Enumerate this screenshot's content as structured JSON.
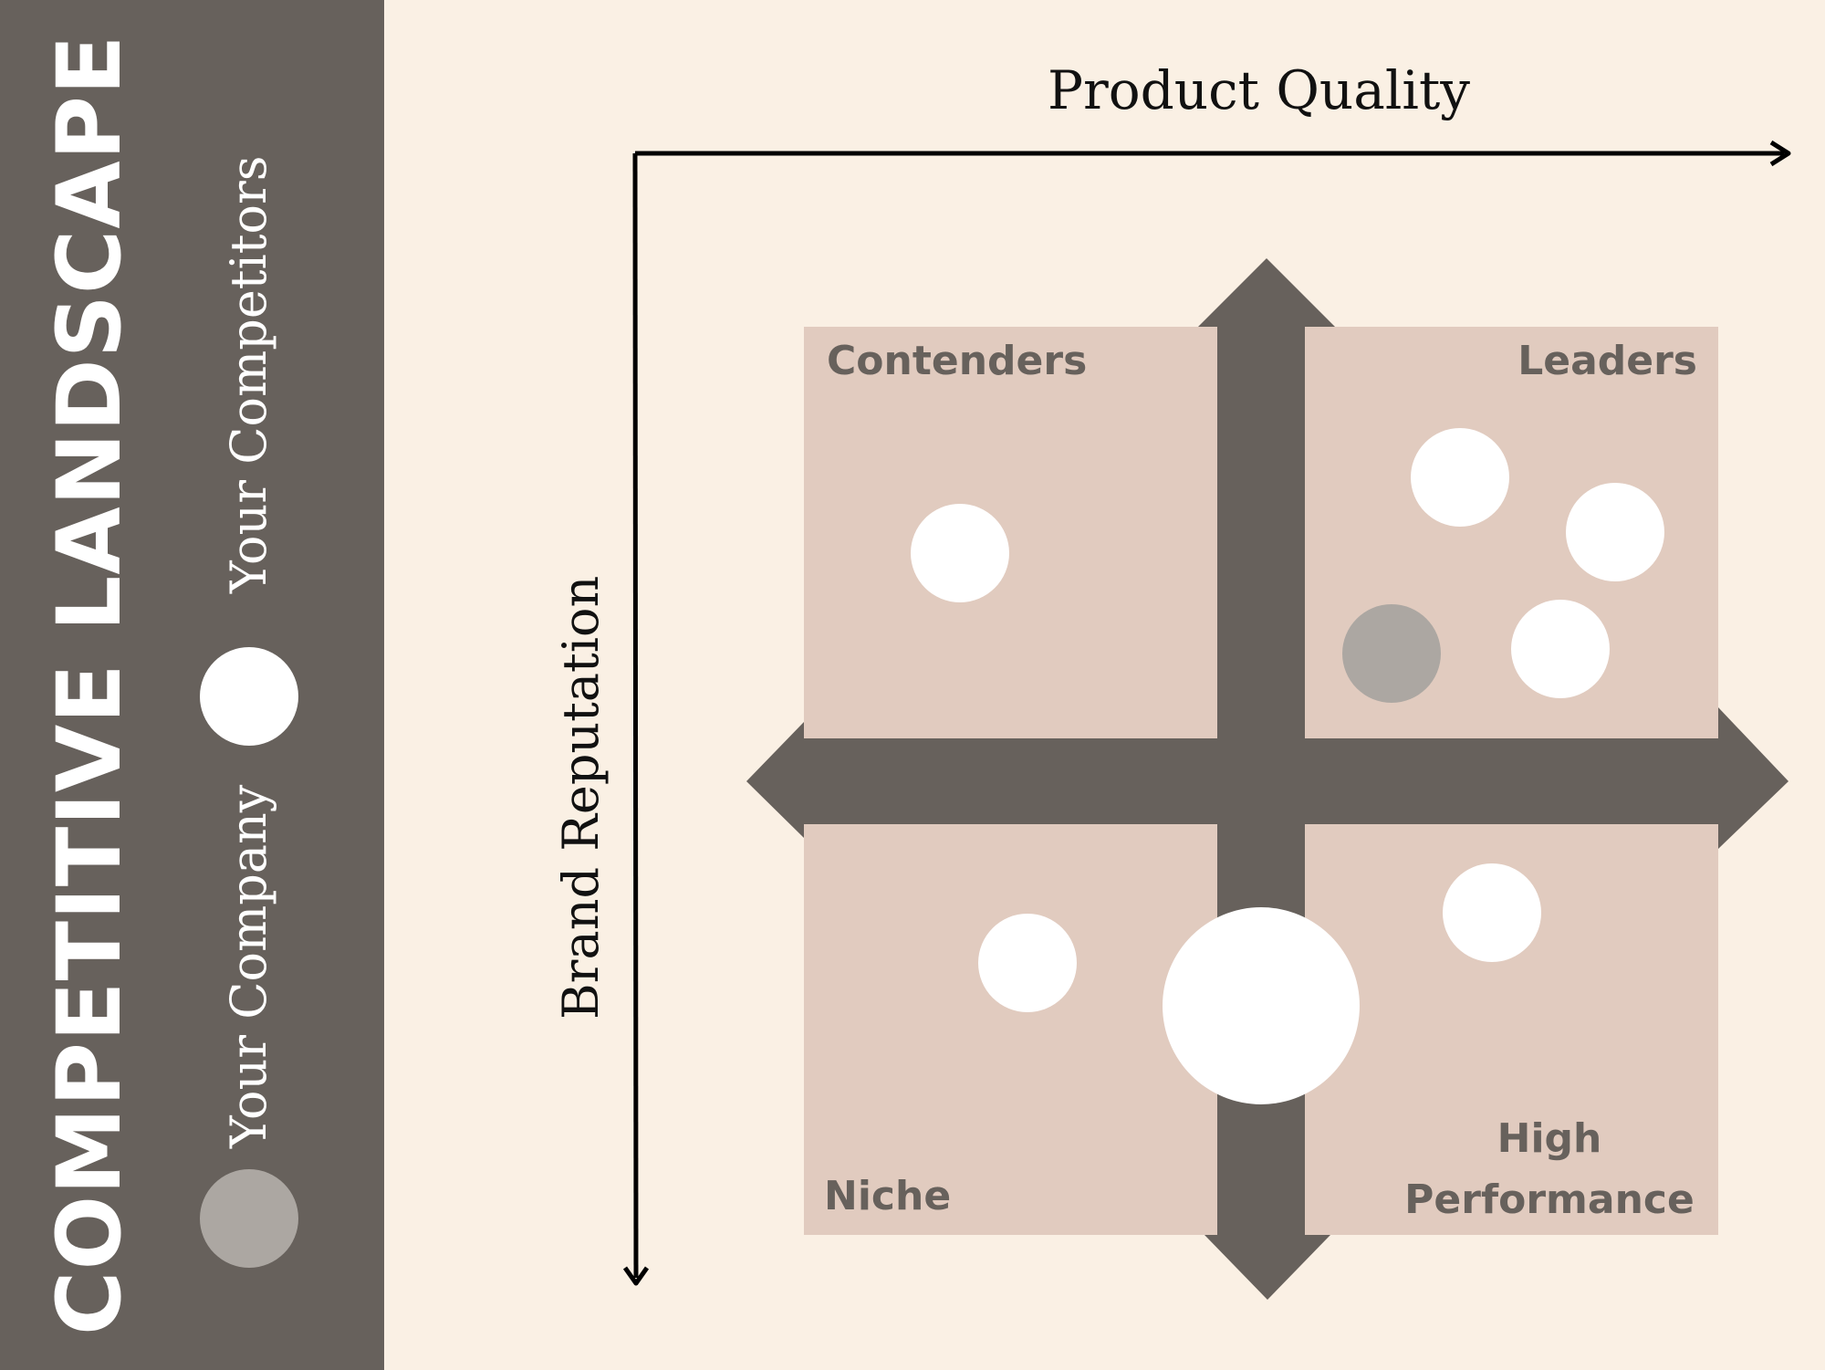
{
  "sidebar": {
    "title": "COMPETITIVE LANDSCAPE",
    "legend": [
      {
        "label": "Your Company",
        "color": "#ACA7A2"
      },
      {
        "label": "Your Competitors",
        "color": "#FFFFFF"
      }
    ]
  },
  "axes": {
    "x_label": "Product Quality",
    "y_label": "Brand Reputation"
  },
  "quadrants": {
    "top_left": "Contenders",
    "top_right": "Leaders",
    "bottom_left": "Niche",
    "bottom_right_line1": "High",
    "bottom_right_line2": "Performance"
  },
  "colors": {
    "background": "#FAF0E4",
    "sidebar": "#67615C",
    "quadrant_fill": "#E1CBBF",
    "cross": "#67615C",
    "company": "#ACA7A2",
    "competitor": "#FFFFFF"
  }
}
